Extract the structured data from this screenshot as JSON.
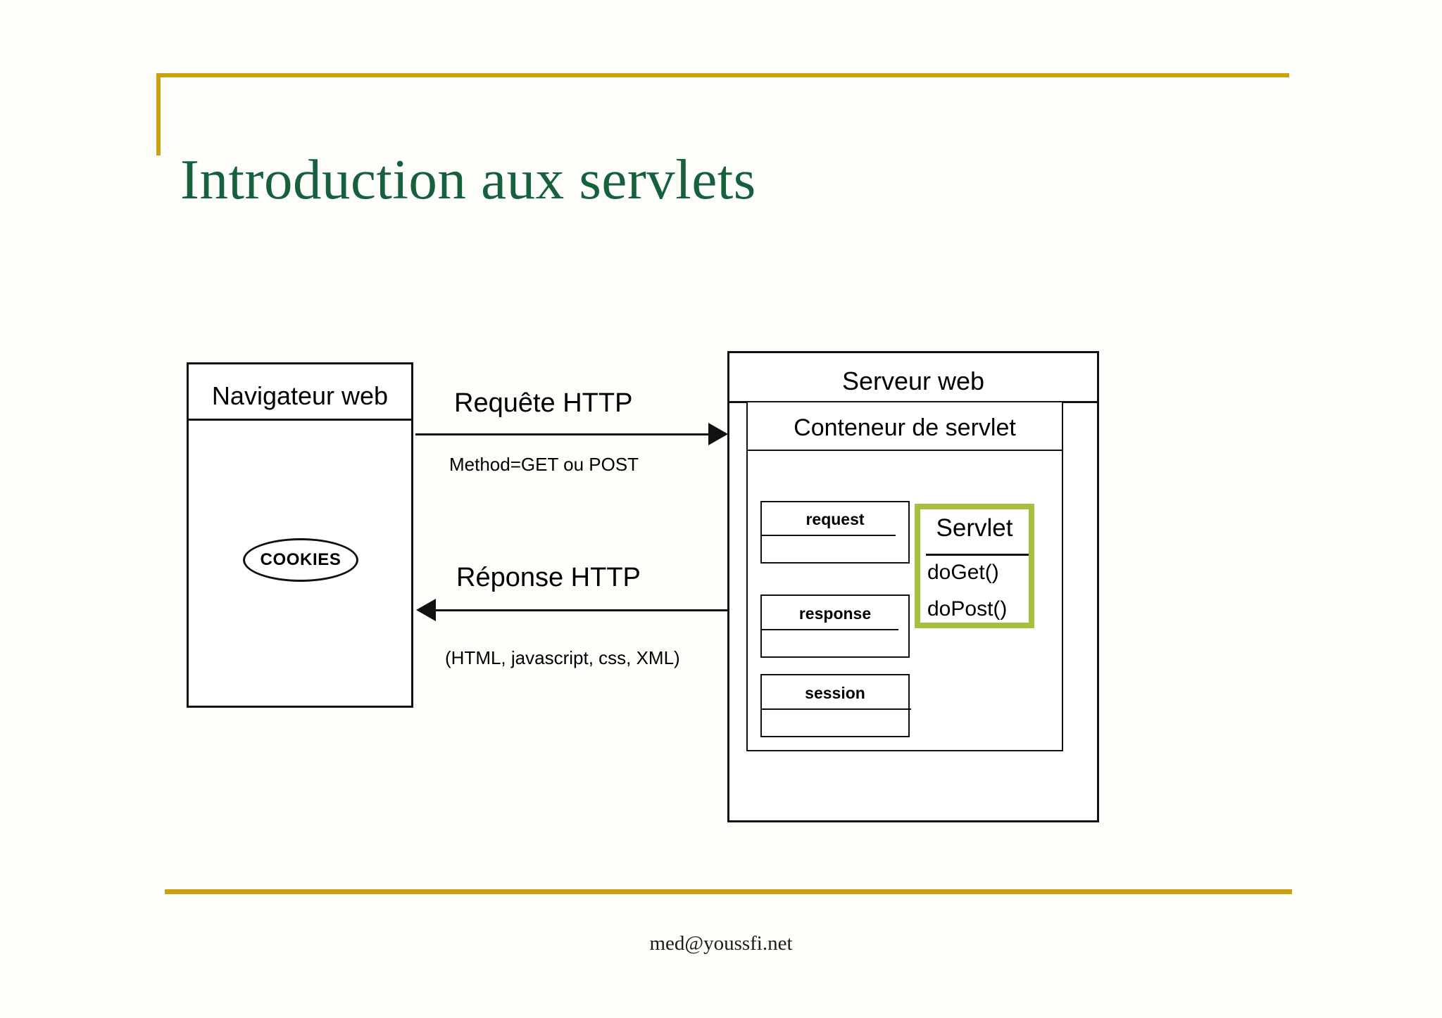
{
  "slide": {
    "title": "Introduction aux servlets",
    "footer": "med@youssfi.net",
    "accent_gold": "#C9A111",
    "title_color": "#16603B",
    "servlet_highlight": "#A5C03C"
  },
  "diagram": {
    "client": {
      "title": "Navigateur web",
      "cookies_label": "COOKIES"
    },
    "flows": {
      "request": {
        "label": "Requête HTTP",
        "sublabel": "Method=GET ou POST",
        "direction": "right"
      },
      "response": {
        "label": "Réponse HTTP",
        "sublabel": "(HTML, javascript, css, XML)",
        "direction": "left"
      }
    },
    "server": {
      "title": "Serveur web",
      "container": {
        "title": "Conteneur de servlet",
        "attributes": [
          {
            "name": "request"
          },
          {
            "name": "response"
          },
          {
            "name": "session"
          }
        ],
        "servlet": {
          "title": "Servlet",
          "methods": [
            {
              "name": "doGet()"
            },
            {
              "name": "doPost()"
            }
          ]
        }
      }
    }
  }
}
